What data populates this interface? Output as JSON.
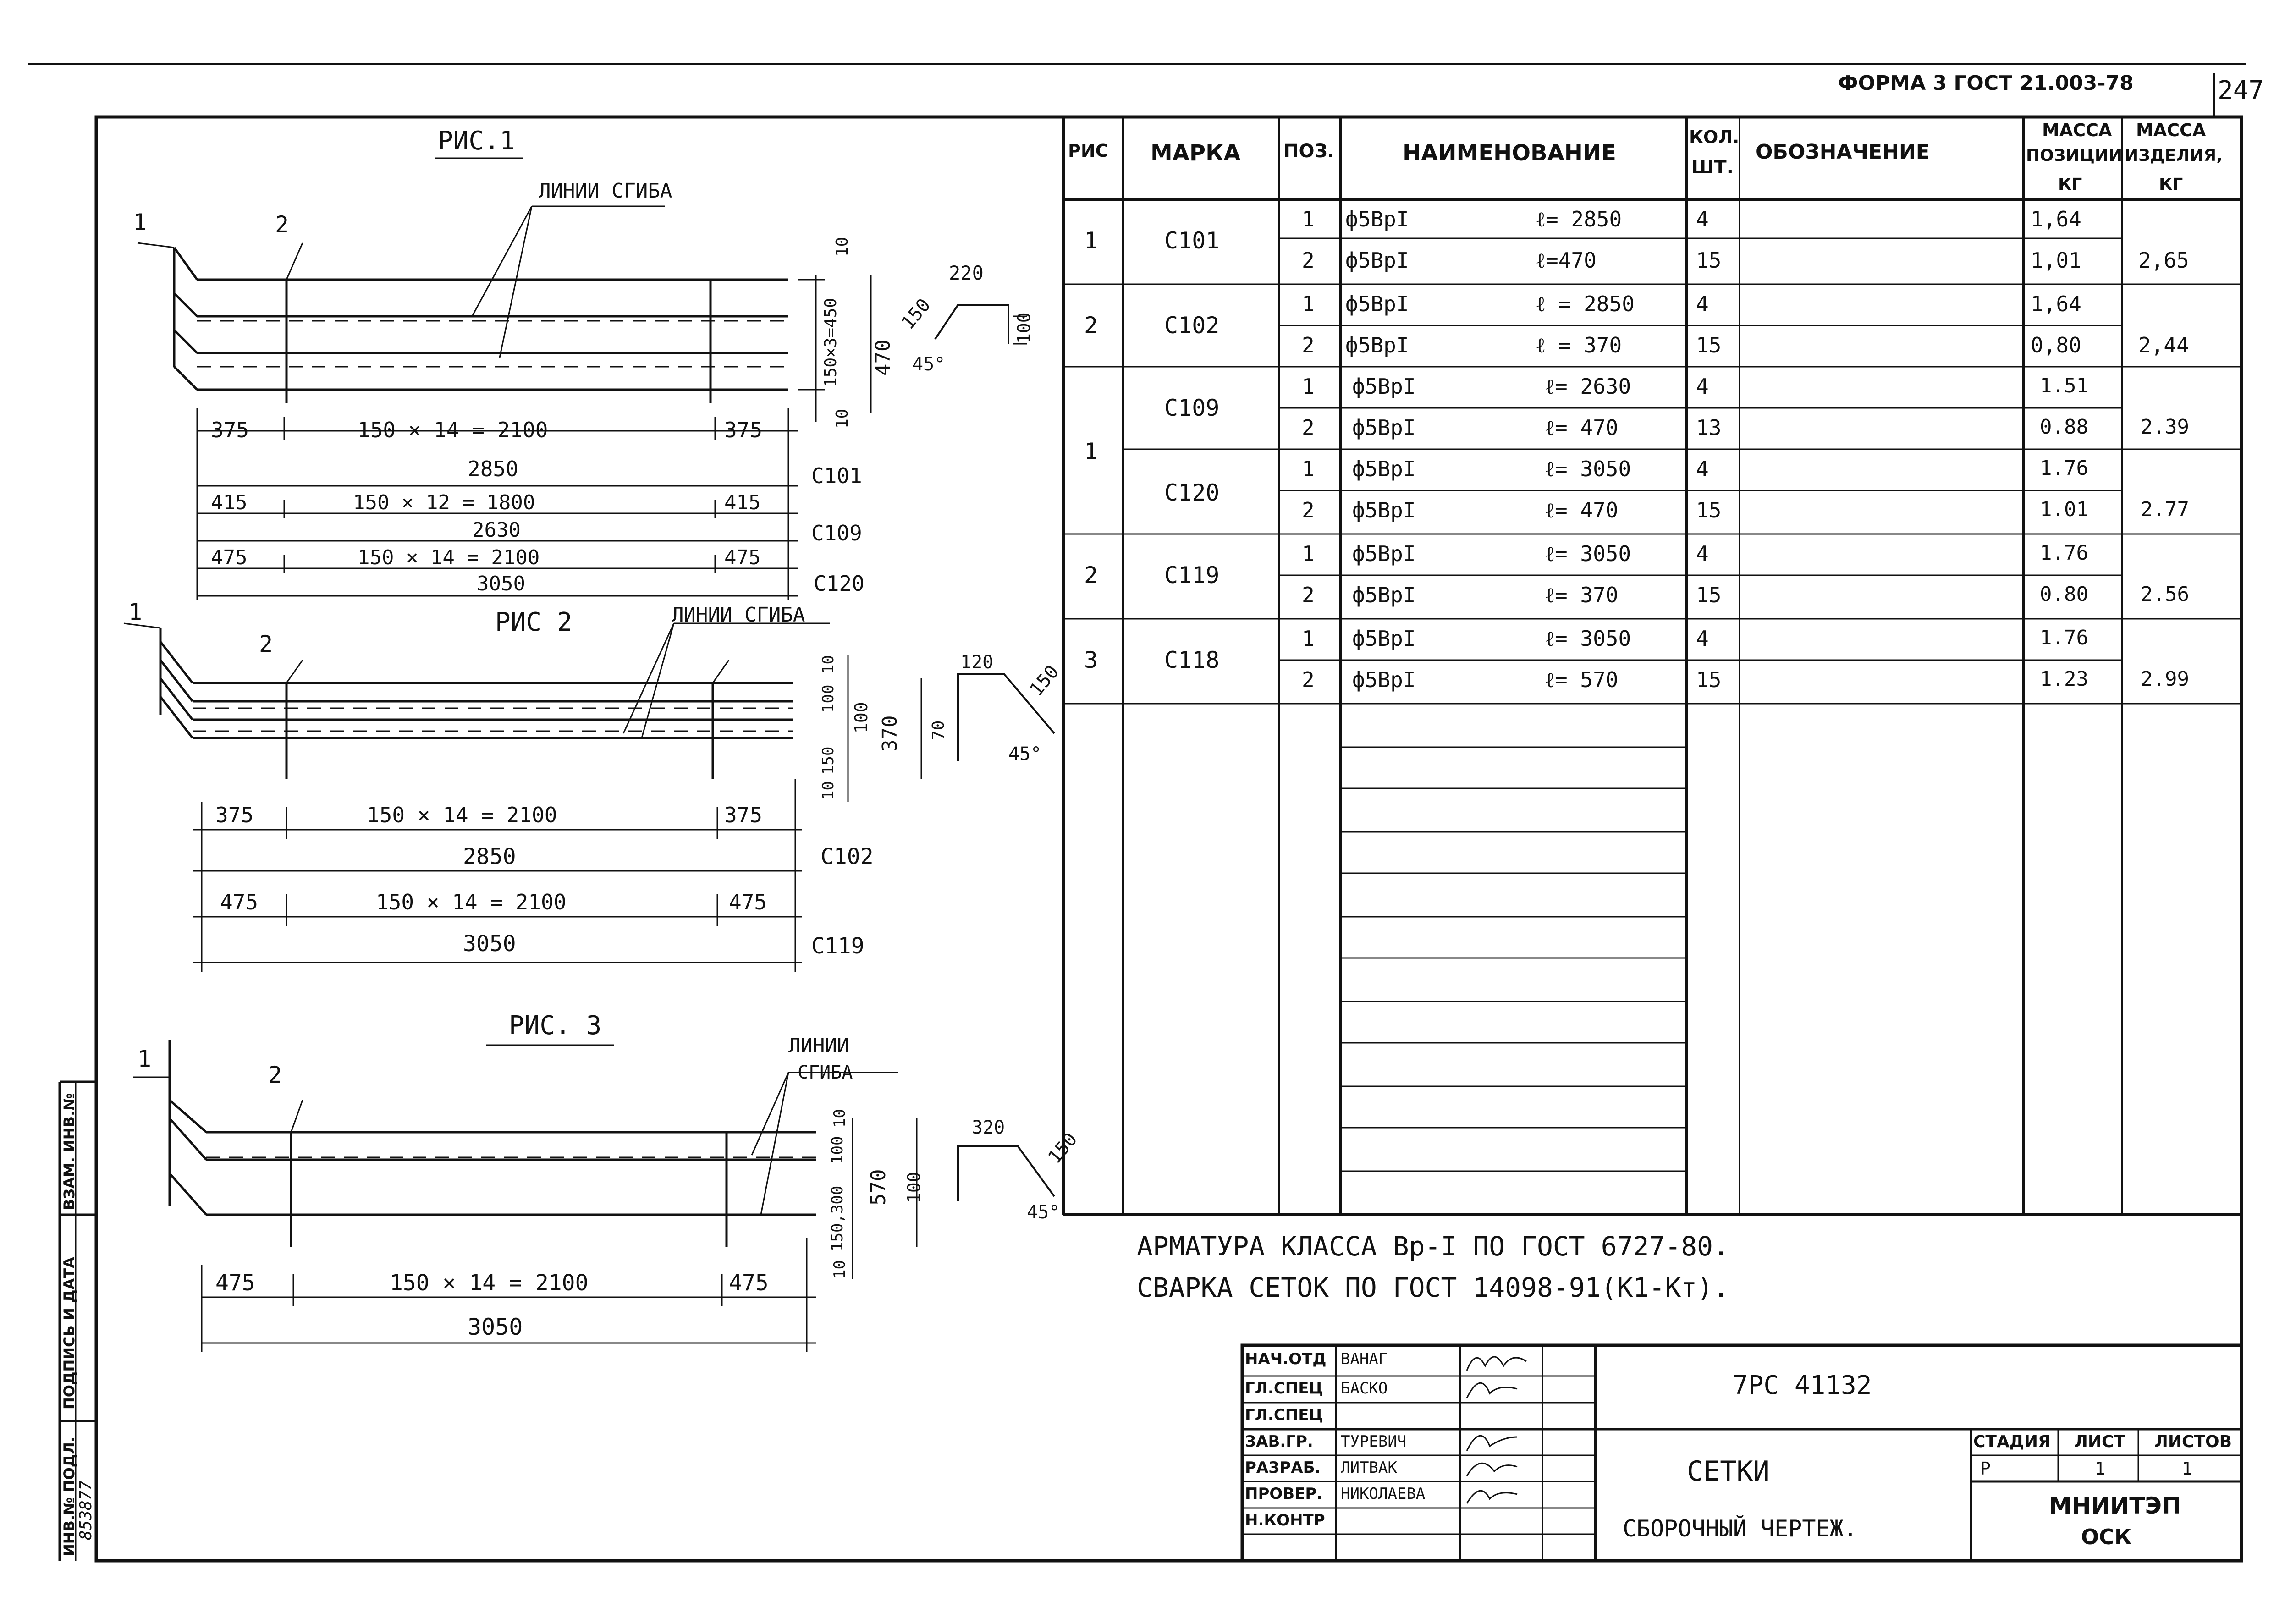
{
  "header": {
    "form_note": "ФОРМА 3 ГОСТ 21.003-78",
    "sheet_no": "247"
  },
  "fig1": {
    "title": "РИС.1",
    "bend_label": "ЛИНИИ СГИБА",
    "pos1": "1",
    "pos2": "2",
    "dim_375a": "375",
    "dim_span": "150 × 14 = 2100",
    "dim_375b": "375",
    "dim_2850": "2850",
    "mark_c101": "С101",
    "dim_415a": "415",
    "dim_span_1800": "150 × 12 = 1800",
    "dim_415b": "415",
    "dim_2630": "2630",
    "mark_c109": "С109",
    "dim_475a": "475",
    "dim_span_c120": "150 × 14 = 2100",
    "dim_475b": "475",
    "dim_3050": "3050",
    "mark_c120": "С120",
    "vdim_top": "10",
    "vdim_mid": "150×3=450",
    "vdim_bot": "10",
    "vdim_total": "470",
    "prof_220": "220",
    "prof_150": "150",
    "prof_100": "100",
    "prof_45": "45°"
  },
  "fig2": {
    "title": "РИС 2",
    "bend_label": "ЛИНИИ СГИБА",
    "pos1": "1",
    "pos2": "2",
    "dim_375a": "375",
    "dim_span": "150 × 14 = 2100",
    "dim_375b": "375",
    "dim_2850": "2850",
    "mark_c102": "С102",
    "dim_475a": "475",
    "dim_span_b": "150 × 14 = 2100",
    "dim_475b": "475",
    "dim_3050": "3050",
    "mark_c119": "С119",
    "vdim_10a": "10",
    "vdim_100a": "100",
    "vdim_100b": "100",
    "vdim_150": "150",
    "vdim_10b": "10",
    "vdim_370": "370",
    "prof_120": "120",
    "prof_150": "150",
    "prof_70": "70",
    "prof_45": "45°"
  },
  "fig3": {
    "title": "РИС. 3",
    "bend_label_1": "ЛИНИИ",
    "bend_label_2": "СГИБА",
    "pos1": "1",
    "pos2": "2",
    "dim_475a": "475",
    "dim_span": "150 × 14 = 2100",
    "dim_475b": "475",
    "dim_3050": "3050",
    "vdim_10a": "10",
    "vdim_100": "100",
    "vdim_mid": "150,300",
    "vdim_10b": "10",
    "vdim_570": "570",
    "prof_320": "320",
    "prof_150": "150",
    "prof_100": "100",
    "prof_45": "45°"
  },
  "spec": {
    "headers": {
      "fig": "РИС",
      "mark": "МАРКА",
      "pos": "ПОЗ.",
      "name": "НАИМЕНОВАНИЕ",
      "qty_1": "КОЛ.",
      "qty_2": "ШТ.",
      "designation": "ОБОЗНАЧЕНИЕ",
      "mass_pos_1": "МАССА",
      "mass_pos_2": "ПОЗИЦИИ",
      "mass_pos_3": "КГ",
      "mass_item_1": "МАССА",
      "mass_item_2": "ИЗДЕЛИЯ,",
      "mass_item_3": "КГ"
    },
    "groups": [
      {
        "fig": "1",
        "mark": "С101",
        "item_mass": "2,65",
        "rows": [
          {
            "pos": "1",
            "name": "ф5ВрI",
            "len": "ℓ= 2850",
            "qty": "4",
            "mass": "1,64"
          },
          {
            "pos": "2",
            "name": "ф5ВрI",
            "len": "ℓ=470",
            "qty": "15",
            "mass": "1,01"
          }
        ]
      },
      {
        "fig": "2",
        "mark": "С102",
        "item_mass": "2,44",
        "rows": [
          {
            "pos": "1",
            "name": "ф5ВрI",
            "len": "ℓ = 2850",
            "qty": "4",
            "mass": "1,64"
          },
          {
            "pos": "2",
            "name": "ф5ВрI",
            "len": "ℓ = 370",
            "qty": "15",
            "mass": "0,80"
          }
        ]
      },
      {
        "fig": "",
        "mark": "С109",
        "item_mass": "2.39",
        "rows": [
          {
            "pos": "1",
            "name": "ф5ВрI",
            "len": "ℓ= 2630",
            "qty": "4",
            "mass": "1.51"
          },
          {
            "pos": "2",
            "name": "ф5ВрI",
            "len": "ℓ= 470",
            "qty": "13",
            "mass": "0.88"
          }
        ]
      },
      {
        "fig": "",
        "mark": "С120",
        "item_mass": "2.77",
        "rows": [
          {
            "pos": "1",
            "name": "ф5ВрI",
            "len": "ℓ= 3050",
            "qty": "4",
            "mass": "1.76"
          },
          {
            "pos": "2",
            "name": "ф5ВрI",
            "len": "ℓ= 470",
            "qty": "15",
            "mass": "1.01"
          }
        ]
      },
      {
        "fig": "2",
        "mark": "С119",
        "item_mass": "2.56",
        "rows": [
          {
            "pos": "1",
            "name": "ф5ВрI",
            "len": "ℓ= 3050",
            "qty": "4",
            "mass": "1.76"
          },
          {
            "pos": "2",
            "name": "ф5ВрI",
            "len": "ℓ= 370",
            "qty": "15",
            "mass": "0.80"
          }
        ]
      },
      {
        "fig": "3",
        "mark": "С118",
        "item_mass": "2.99",
        "rows": [
          {
            "pos": "1",
            "name": "ф5ВрI",
            "len": "ℓ= 3050",
            "qty": "4",
            "mass": "1.76"
          },
          {
            "pos": "2",
            "name": "ф5ВрI",
            "len": "ℓ= 570",
            "qty": "15",
            "mass": "1.23"
          }
        ]
      }
    ],
    "fig_1_shared": "1"
  },
  "notes": {
    "line1": "АРМАТУРА КЛАССА Вр-I ПО ГОСТ 6727-80.",
    "line2": "СВАРКА СЕТОК ПО ГОСТ 14098-91(К1-Кт)."
  },
  "titleblock": {
    "roles": [
      "НАЧ.ОТД",
      "ГЛ.СПЕЦ",
      "ГЛ.СПЕЦ",
      "ЗАВ.ГР.",
      "РАЗРАБ.",
      "ПРОВЕР.",
      "Н.КОНТР"
    ],
    "names": [
      "ВАНАГ",
      "БАСКО",
      "",
      "ТУРЕВИЧ",
      "ЛИТВАК",
      "НИКОЛАЕВА",
      ""
    ],
    "doc_code": "7РС 41132",
    "title_1": "СЕТКИ",
    "title_2": "СБОРОЧНЫЙ ЧЕРТЕЖ.",
    "stage_h": "СТАДИЯ",
    "sheet_h": "ЛИСТ",
    "sheets_h": "ЛИСТОВ",
    "stage": "Р",
    "sheet": "1",
    "sheets": "1",
    "org_1": "МНИИТЭП",
    "org_2": "ОСК"
  },
  "side_stamp": {
    "inv_orig": "ИНВ.№ ПОДЛ.",
    "sign_date": "ПОДПИСЬ И ДАТА",
    "inv_sub": "ВЗАМ. ИНВ.№",
    "inv_no": "853877"
  }
}
